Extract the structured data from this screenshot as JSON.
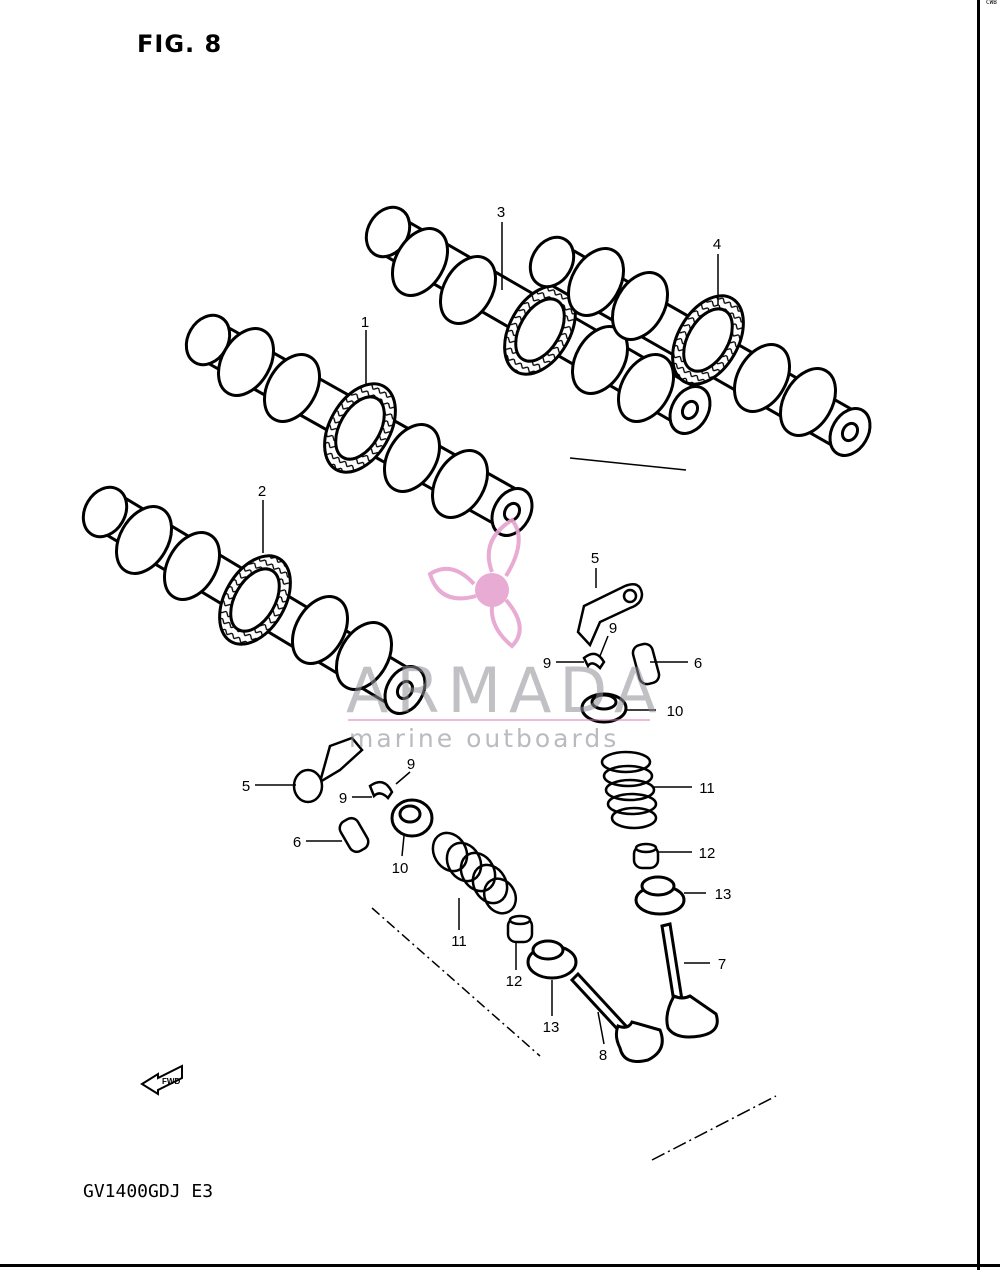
{
  "figure_title": "FIG. 8",
  "model_code": "GV1400GDJ E3",
  "corner_mark": "CWB",
  "fwd_label": "FWD",
  "watermark": {
    "name": "ARMADA",
    "tagline": "marine outboards",
    "accent_color": "#e6a3cf"
  },
  "callouts": [
    "1",
    "2",
    "3",
    "4",
    "5",
    "5",
    "6",
    "6",
    "7",
    "8",
    "9",
    "9",
    "9",
    "9",
    "10",
    "10",
    "11",
    "11",
    "12",
    "12",
    "13",
    "13"
  ]
}
